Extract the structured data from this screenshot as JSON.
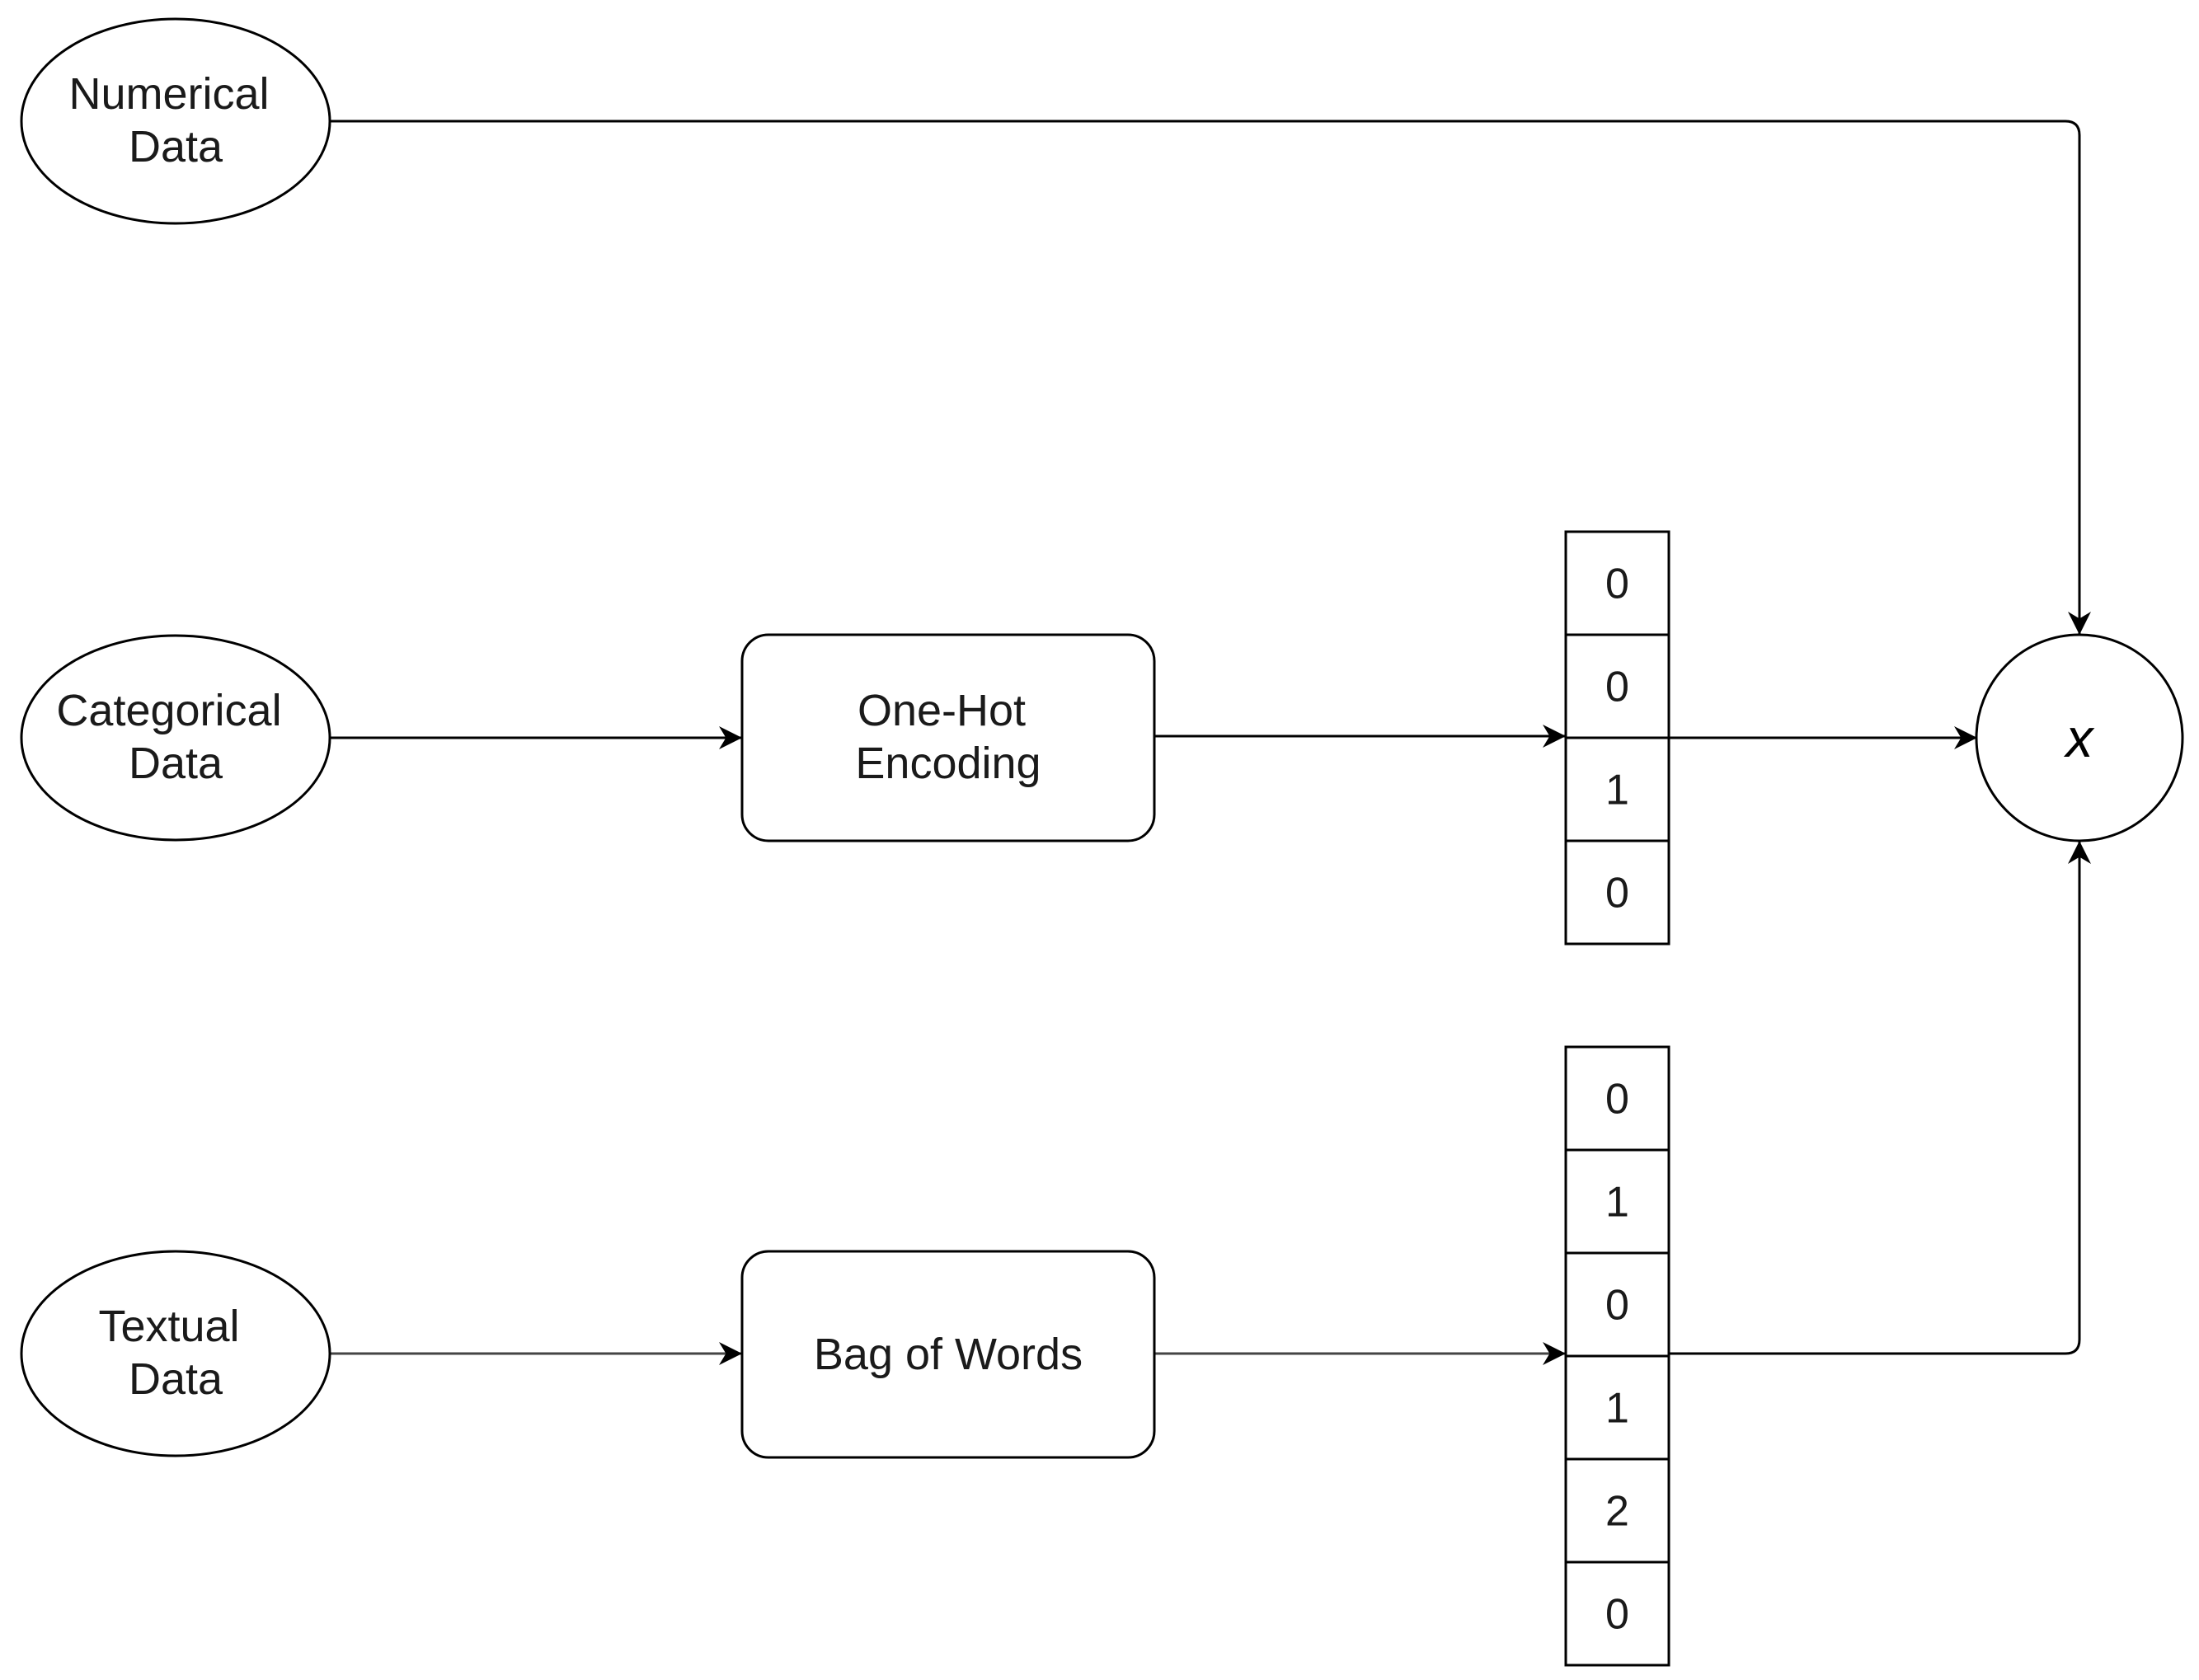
{
  "inputs": {
    "numerical": {
      "line1": "Numerical",
      "line2": "Data"
    },
    "categorical": {
      "line1": "Categorical",
      "line2": "Data"
    },
    "textual": {
      "line1": "Textual",
      "line2": "Data"
    }
  },
  "processes": {
    "one_hot": {
      "line1": "One-Hot",
      "line2": "Encoding"
    },
    "bag_of_words": {
      "label": "Bag of Words"
    }
  },
  "vectors": {
    "one_hot": [
      "0",
      "0",
      "1",
      "0"
    ],
    "bag_of_words": [
      "0",
      "1",
      "0",
      "1",
      "2",
      "0"
    ]
  },
  "output": {
    "label": "x"
  }
}
